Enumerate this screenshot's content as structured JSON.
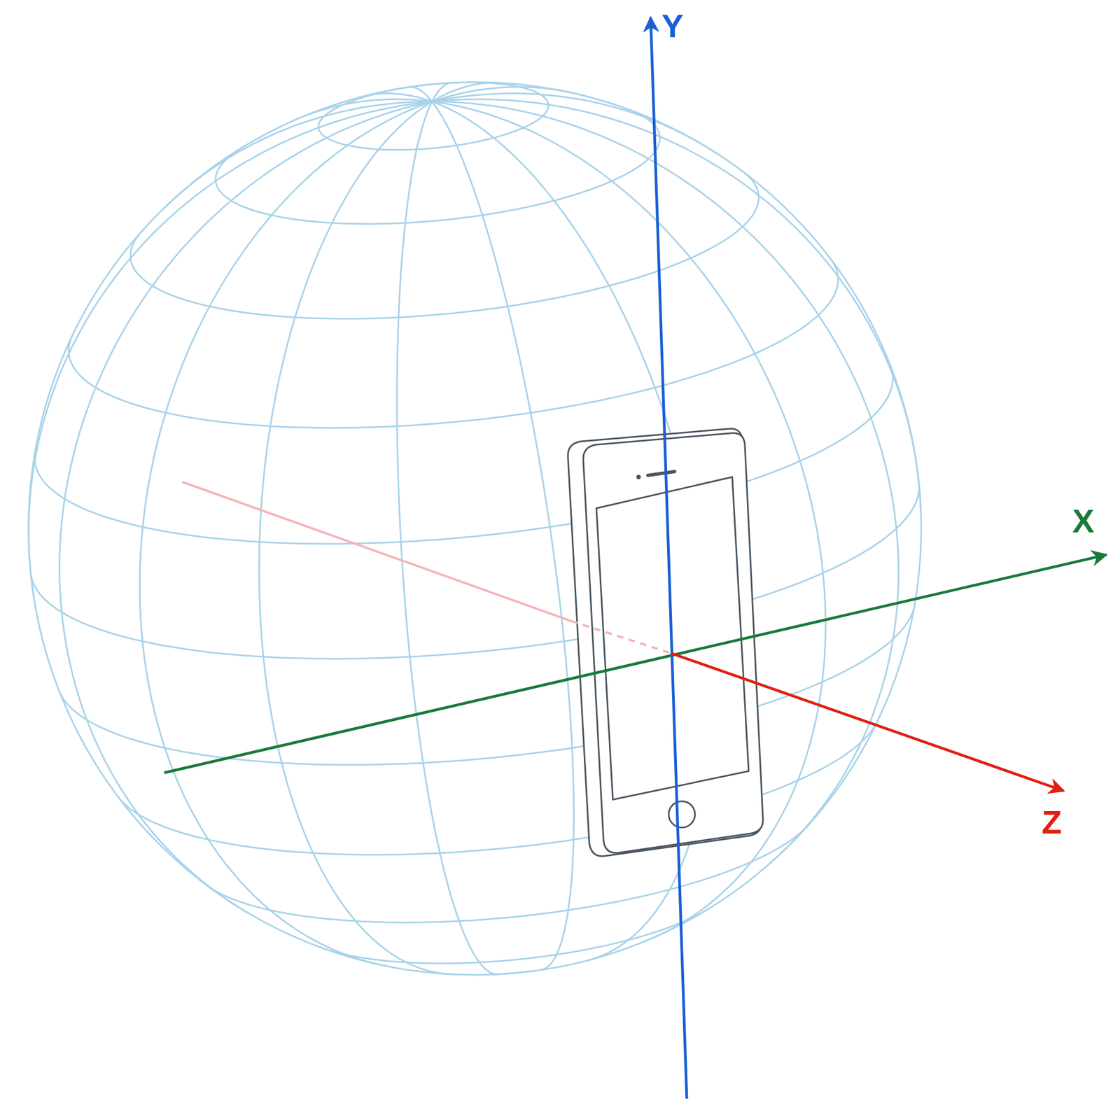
{
  "diagram": {
    "labels": [
      "Y",
      "X",
      "Z"
    ]
  }
}
